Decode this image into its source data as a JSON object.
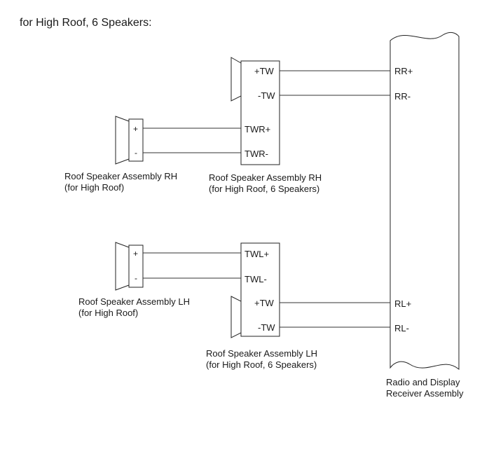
{
  "title": "for High Roof, 6 Speakers:",
  "components": {
    "roof_rh_high_roof": {
      "line1": "Roof Speaker Assembly RH",
      "line2": "(for High Roof)",
      "pins": [
        "+",
        "-"
      ]
    },
    "roof_rh_6sp": {
      "line1": "Roof Speaker Assembly RH",
      "line2": "(for High Roof, 6 Speakers)",
      "pins": [
        "+TW",
        "-TW",
        "TWR+",
        "TWR-"
      ]
    },
    "roof_lh_high_roof": {
      "line1": "Roof Speaker Assembly LH",
      "line2": "(for High Roof)",
      "pins": [
        "+",
        "-"
      ]
    },
    "roof_lh_6sp": {
      "line1": "Roof Speaker Assembly LH",
      "line2": "(for High Roof, 6 Speakers)",
      "pins": [
        "TWL+",
        "TWL-",
        "+TW",
        "-TW"
      ]
    },
    "receiver": {
      "line1": "Radio and Display",
      "line2": "Receiver Assembly",
      "pins": [
        "RR+",
        "RR-",
        "RL+",
        "RL-"
      ]
    }
  }
}
